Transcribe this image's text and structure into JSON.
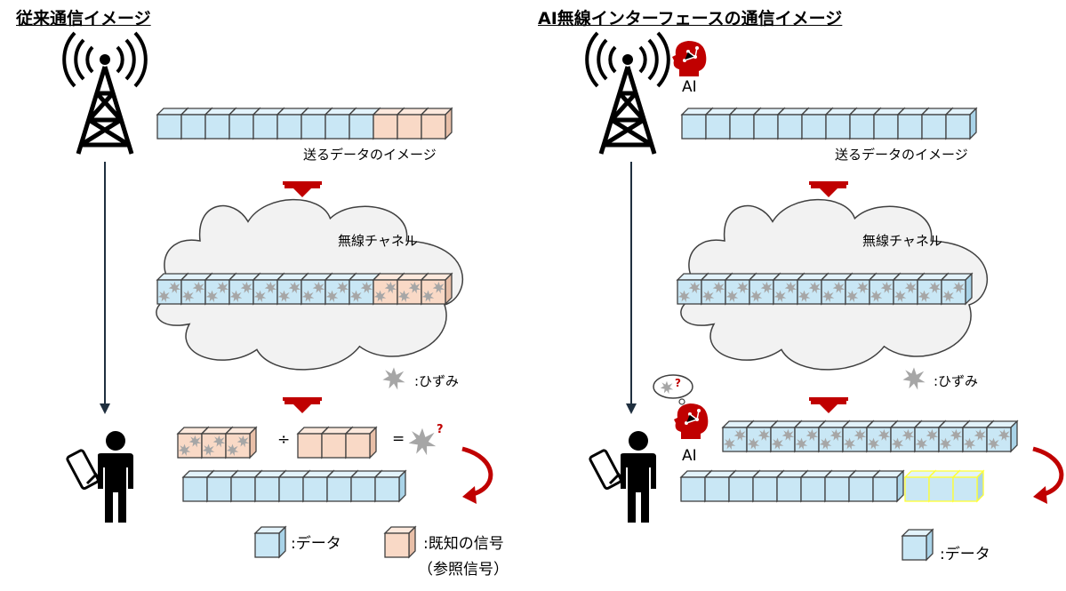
{
  "colors": {
    "data_fill": "#c9e7f5",
    "data_top": "#e3f3fb",
    "data_side": "#a9d3e8",
    "known_fill": "#f9d9c6",
    "known_top": "#fde9dd",
    "known_side": "#e8bfa8",
    "arrow_red": "#c00000",
    "highlight_yellow": "#ffff33",
    "cloud_fill": "#f2f2f2",
    "noise_gray": "#a6a6a6"
  },
  "left": {
    "title": "従来通信イメージ",
    "send_label": "送るデータのイメージ",
    "channel_label": "無線チャネル",
    "distortion_legend": ":ひずみ",
    "divide_symbol": "÷",
    "equals_symbol": "=",
    "question_mark": "?",
    "legend_data": ":データ",
    "legend_known": ":既知の信号",
    "legend_known_sub": "（参照信号）"
  },
  "right": {
    "title": "AI無線インターフェースの通信イメージ",
    "ai_label_tx": "AI",
    "send_label": "送るデータのイメージ",
    "channel_label": "無線チャネル",
    "distortion_legend": ":ひずみ",
    "ai_label_rx": "AI",
    "question_mark": "?",
    "legend_data": ":データ"
  },
  "icons": [
    "tower-icon",
    "person-icon",
    "smartphone-icon",
    "ai-head-icon",
    "thought-bubble-icon",
    "distortion-icon",
    "curved-arrow-icon",
    "down-arrow-icon"
  ]
}
